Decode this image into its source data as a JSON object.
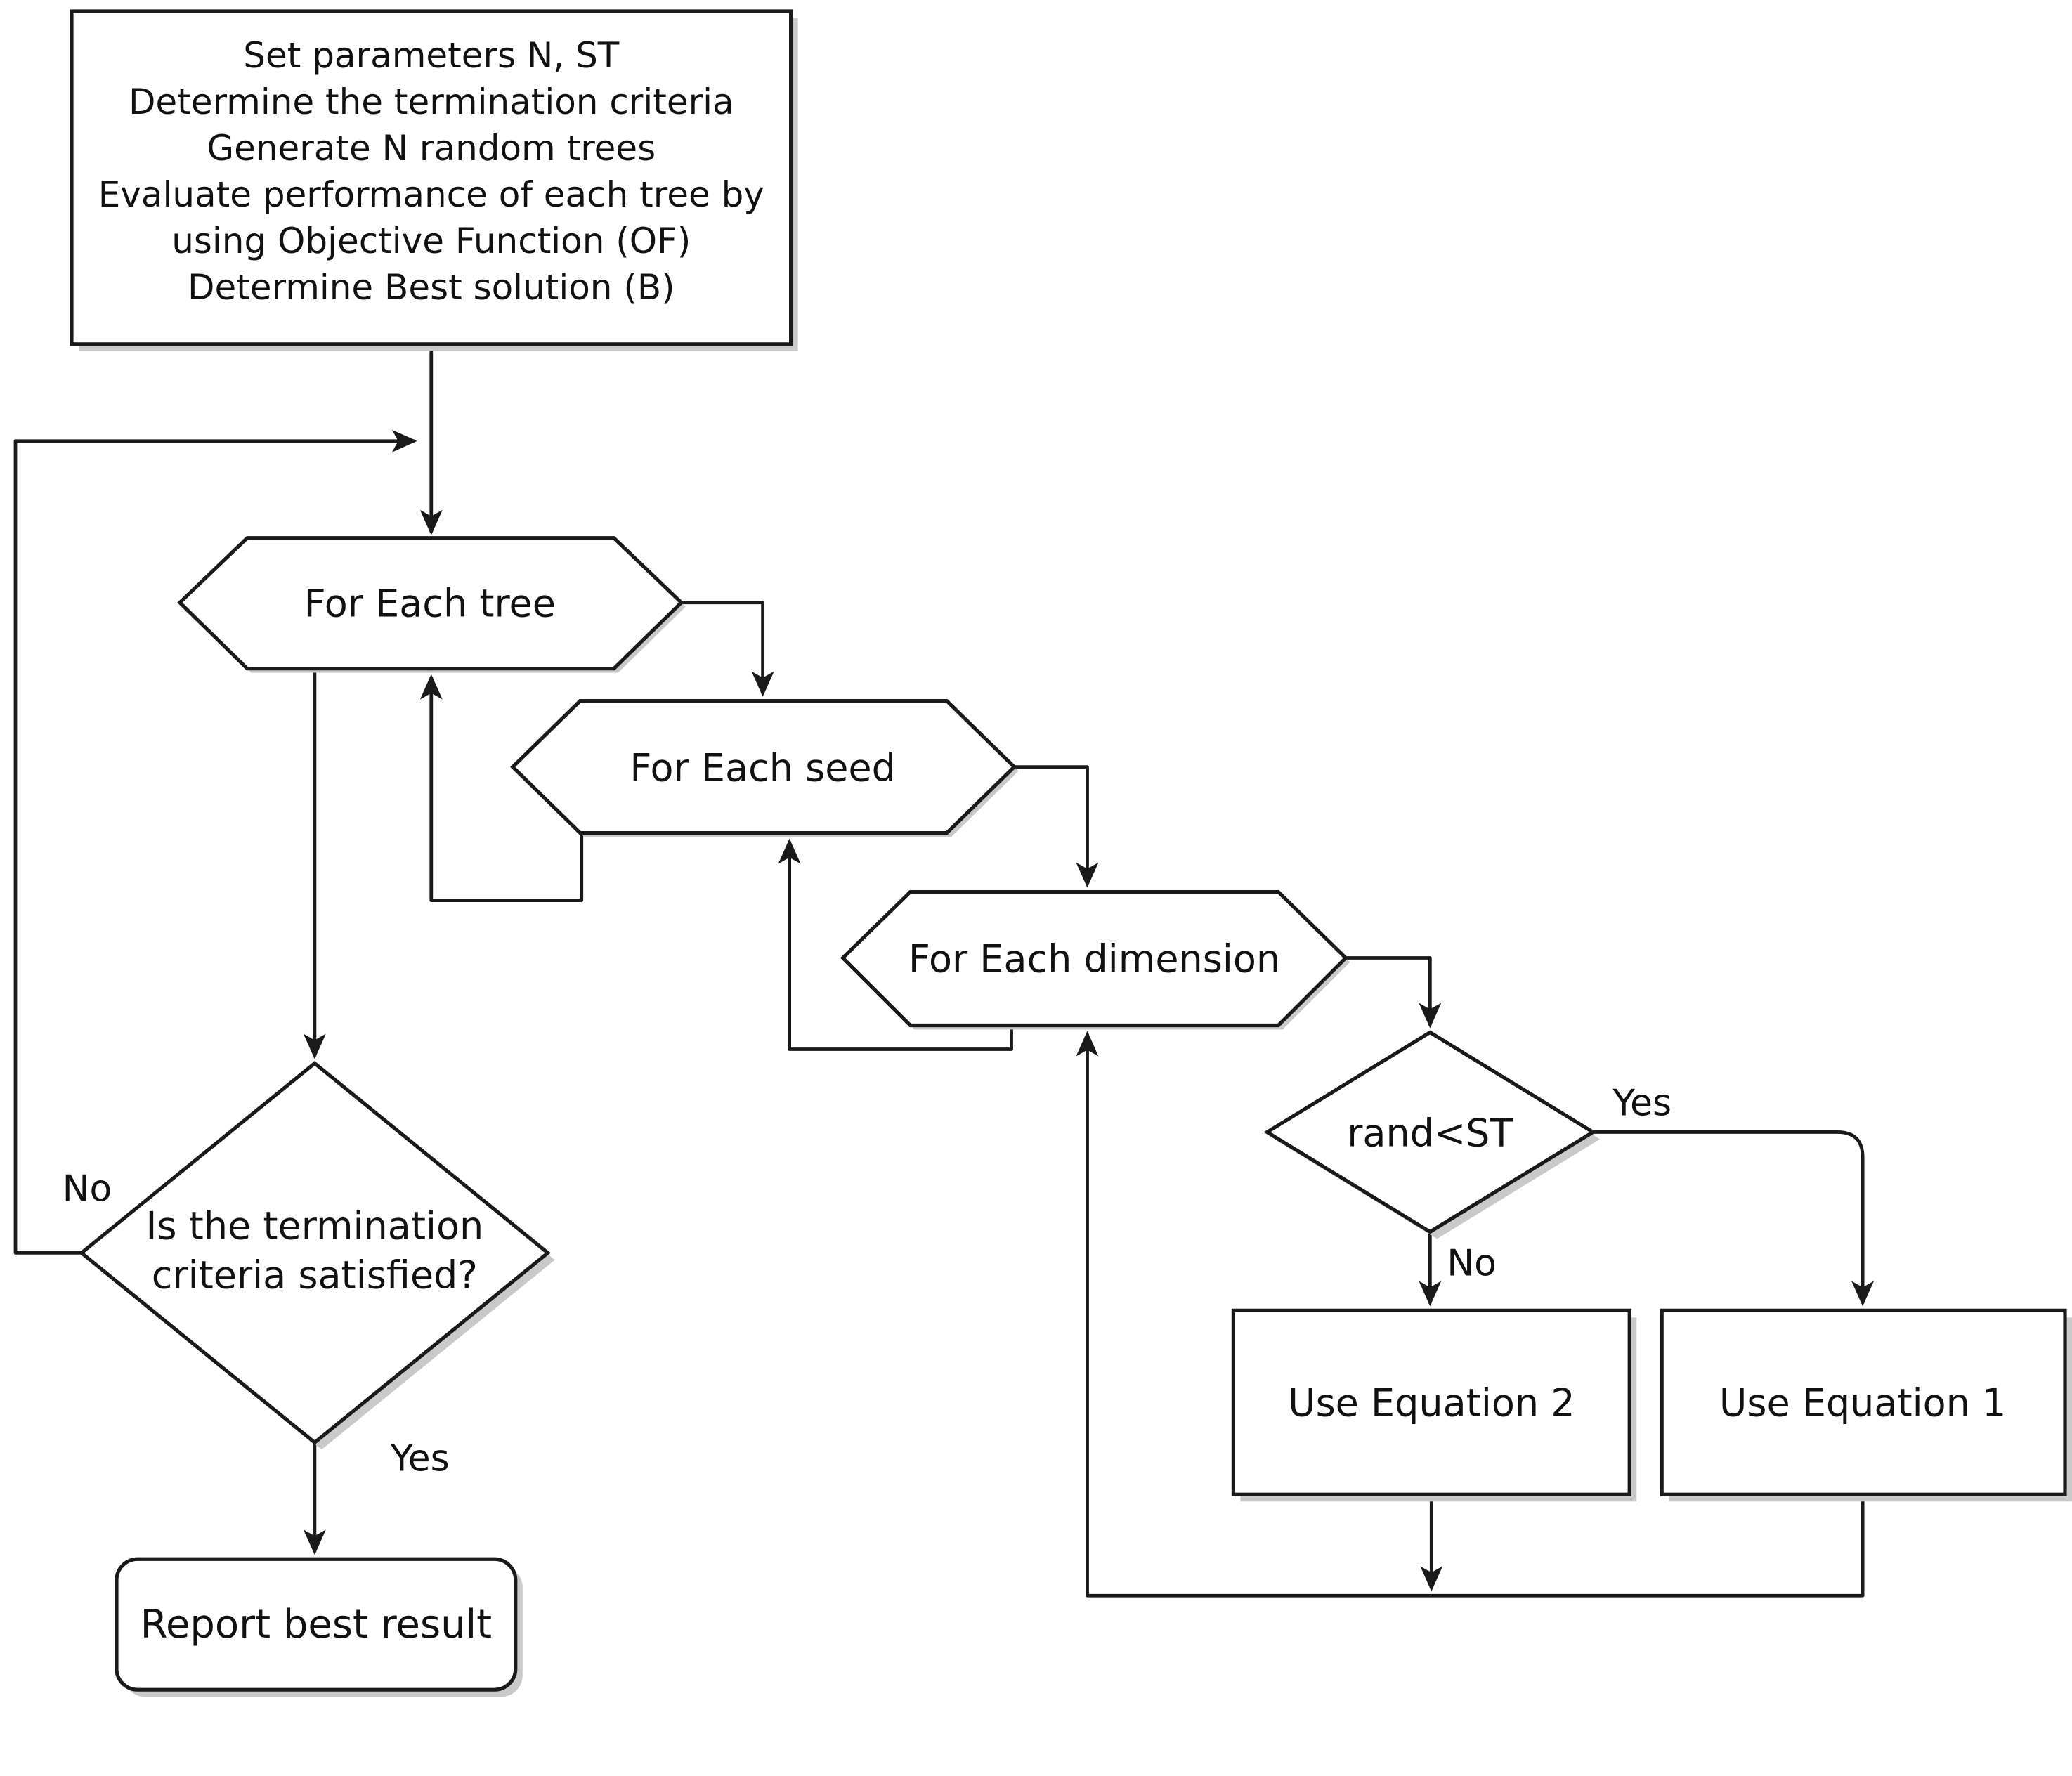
{
  "flowchart": {
    "start": {
      "lines": [
        "Set parameters N, ST",
        "Determine the termination criteria",
        "Generate N random trees",
        "Evaluate performance of each tree by",
        "using Objective Function (OF)",
        "Determine Best solution (B)"
      ]
    },
    "loops": {
      "tree": "For Each tree",
      "seed": "For Each seed",
      "dimension": "For Each dimension"
    },
    "decisions": {
      "rand": "rand<ST",
      "termination": {
        "lines": [
          "Is the termination",
          "criteria satisfied?"
        ]
      }
    },
    "processes": {
      "eq2": "Use Equation 2",
      "eq1": "Use Equation 1"
    },
    "terminal": {
      "report": "Report best result"
    },
    "branch_labels": {
      "rand_yes": "Yes",
      "rand_no": "No",
      "termination_no": "No",
      "termination_yes": "Yes"
    },
    "colors": {
      "stroke": "#1a1a1a",
      "fill": "#ffffff",
      "shadow": "#c9c9c9",
      "background": "#ffffff"
    }
  }
}
